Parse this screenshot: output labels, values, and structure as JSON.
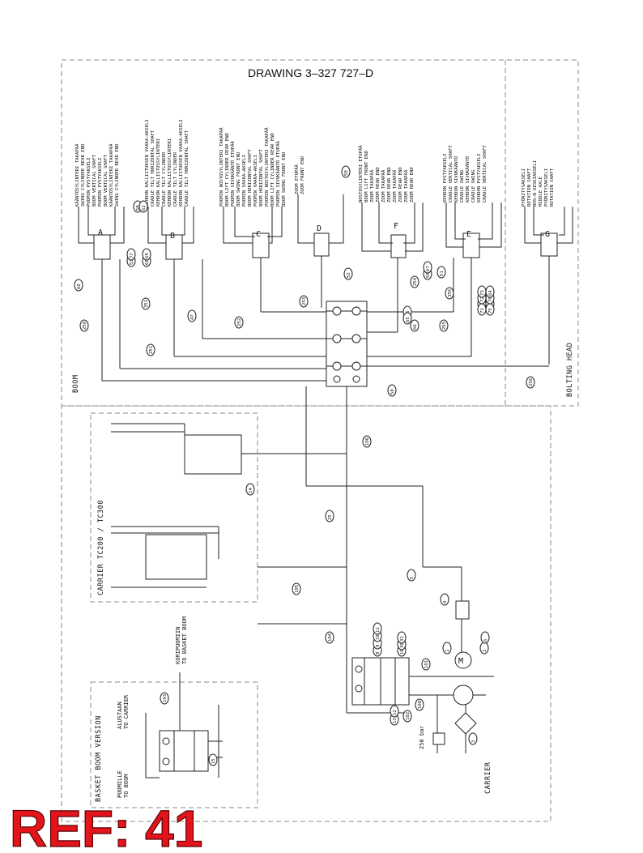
{
  "drawing_title": "DRAWING 3–327 727–D",
  "ref_label": "REF: 41",
  "sections": {
    "boom": "BOOM",
    "bolting_head": "BOLTING HEAD",
    "carrier_tc": "CARRIER TC200 / TC300",
    "basket_boom": "BASKET BOOM VERSION",
    "carrier": "CARRIER"
  },
  "cylinders": {
    "A": [
      "KÄÄNTÖSYLINTERI TAKAPÄÄ",
      "SWING CYLINDER REAR END",
      "PUOMIN PYSTYAKSELI",
      "BOOM VERTICAL SHAFT",
      "PUOMIN PYSTYAKSELI",
      "BOOM VERTICAL SHAFT",
      "KÄÄNTÖSYLINTERI TAKAPÄÄ",
      "SWING CYLINDER REAR END"
    ],
    "B": [
      "KEHDON KALLISTUKSEN VAAKA–AKSELI",
      "CRADLE TILT HORIZONTAL SHAFT",
      "KEHDON KALLISTUSSYLINTERI",
      "CRADLE TILT CYLINDER",
      "KEHDON KALLISTUSSYLINTERI",
      "CRADLE TILT CYLINDER",
      "KEHDON KALLISTUKSEN VAAKA–AKSELI",
      "CRADLE TILT HORIZONTAL SHAFT"
    ],
    "C": [
      "PUOMIN NOSTOSYLINTERI TAKAPÄÄ",
      "BOOM LIFT CYLINDER REAR END",
      "PUOMIN SIVUKÄÄNTÖ ETUPÄÄ",
      "BOOM SWING FRONT END",
      "PUOMIN VAAKA–AKSELI",
      "BOOM HORIZONTAL SHAFT",
      "PUOMIN VAAKA–AKSELI",
      "BOOM HORIZONTAL SHAFT",
      "PUOMIN NOSTOSYLINTERI TAKAPÄÄ",
      "BOOM LIFT CYLINDER REAR END",
      "PUOMIN SIVUKÄÄNTÖ ETUPÄÄ",
      "BOOM SWING FRONT END"
    ],
    "D": [
      "ZOOM ETUPÄÄ",
      "ZOOM FRONT END"
    ],
    "F": [
      "NOSTOSYLINTERI ETUPÄÄ",
      "BOOM LIFT FRONT END",
      "ZOOM TAKAPÄÄ",
      "ZOOM REAR END",
      "ZOOM TAKAPÄÄ",
      "ZOOM REAR END",
      "ZOOM TAKAPÄÄ",
      "ZOOM REAR END",
      "ZOOM TAKAPÄÄ",
      "ZOOM REAR END"
    ],
    "E": [
      "KEHDON PYSTYAKSELI",
      "CRADLE VERTICAL SHAFT",
      "KEHDON SIVUKÄÄNTÖ",
      "CRADLE SWING",
      "KEHDON SIVUKÄÄNTÖ",
      "CRADLE SWING",
      "KEHDON PYSTYAKSELI",
      "CRADLE VERTICAL SHAFT"
    ],
    "G": [
      "PYÖRITYSAKSELI",
      "ROTATION SHAFT",
      "BHS–N KESKIAKSELI",
      "MIDDLE AXLE",
      "PYÖRITYSAKSELI",
      "ROTATION SHAFT"
    ]
  },
  "basket": {
    "to_boom": [
      "PUOMILLE",
      "TO BOOM"
    ],
    "to_carrier": [
      "ALUSTAAN",
      "TO CARRIER"
    ],
    "to_basket": [
      "KORIPUOMIIN",
      "TO BASKET BOOM"
    ],
    "pressure": "250 bar"
  },
  "group_letters": [
    "A",
    "B",
    "C",
    "D",
    "F",
    "E",
    "G"
  ],
  "callouts": [
    "58",
    "62",
    "60",
    "53",
    "77",
    "68",
    "69",
    "351",
    "47",
    "250",
    "251",
    "252",
    "253",
    "52",
    "59",
    "56",
    "67",
    "254",
    "51",
    "355",
    "70",
    "71",
    "72",
    "73",
    "74",
    "75",
    "76",
    "64",
    "55",
    "65",
    "66",
    "255",
    "256",
    "50",
    "106",
    "14",
    "25",
    "105",
    "104",
    "8",
    "9",
    "10",
    "11",
    "16",
    "30",
    "31",
    "13",
    "12",
    "102",
    "100",
    "101",
    "1",
    "2",
    "6",
    "4",
    "5",
    "3",
    "103",
    "15",
    "M"
  ]
}
